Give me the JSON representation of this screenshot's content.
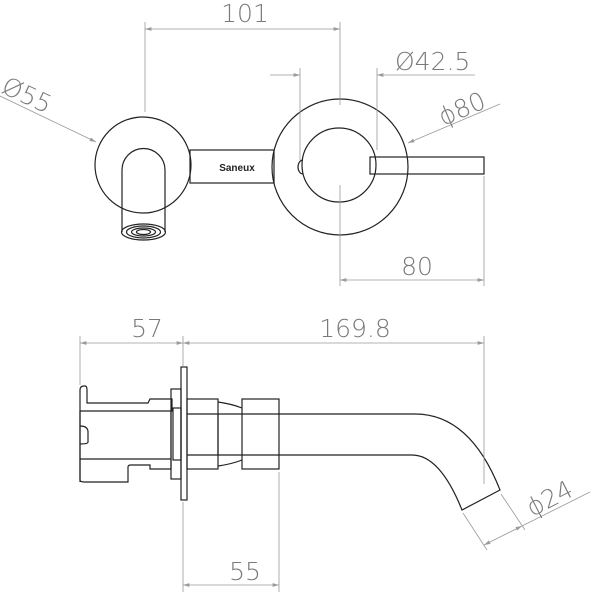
{
  "brand": "Saneux",
  "dimensions": {
    "top_centers": "101",
    "handle_diameter": "Ø42.5",
    "spout_rosette_diameter": "Ø55",
    "valve_rosette_diameter": "ϕ80",
    "lever_reach": "80",
    "wall_depth": "57",
    "spout_projection": "169.8",
    "spout_collar": "55",
    "outlet_diameter": "ϕ24"
  },
  "colors": {
    "line": "#222222",
    "dimension": "#9a9a9a",
    "text": "#7a7a7a"
  }
}
